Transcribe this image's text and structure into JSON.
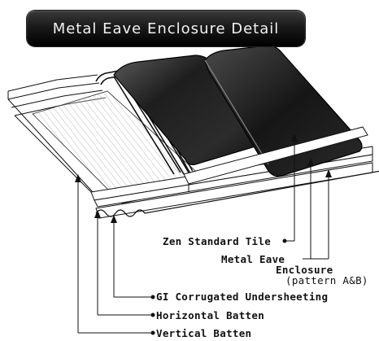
{
  "title": "Metal Eave Enclosure Detail",
  "labels": {
    "zen_standard_tile": "Zen Standard Tile",
    "metal_eave_line1": "Metal Eave",
    "metal_eave_line2": "Enclosure",
    "metal_eave_line3": "(pattern A&B)",
    "gi_corrugated": "GI Corrugated Undersheeting",
    "horizontal_batten": "Horizontal Batten",
    "vertical_batten": "Vertical Batten"
  },
  "colors": {
    "title_bar": "#111111",
    "title_text": "#f2f2f2",
    "tile_dark": "#2a2a2a",
    "line": "#111111"
  }
}
